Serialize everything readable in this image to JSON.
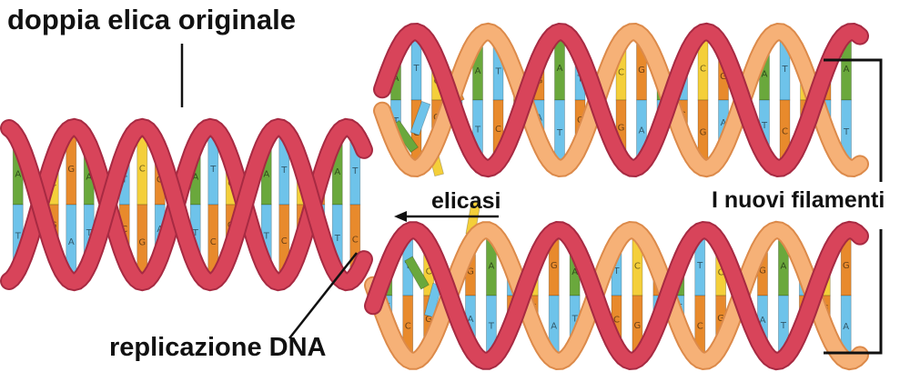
{
  "labels": {
    "original_helix": "doppia elica originale",
    "replication": "replicazione DNA",
    "helicase": "elicasi",
    "new_strands": "I nuovi filamenti"
  },
  "colors": {
    "strand_dark": "#d8445a",
    "strand_dark_edge": "#a72a42",
    "strand_light": "#f6b177",
    "strand_light_edge": "#dc8a4a",
    "base_green": "#6aa83c",
    "base_blue": "#6ec3ea",
    "base_yellow": "#f4cf3a",
    "base_orange": "#e88a2c",
    "label_text": "#111111",
    "pointer": "#111111"
  },
  "bases": [
    "A",
    "T",
    "C",
    "G"
  ]
}
